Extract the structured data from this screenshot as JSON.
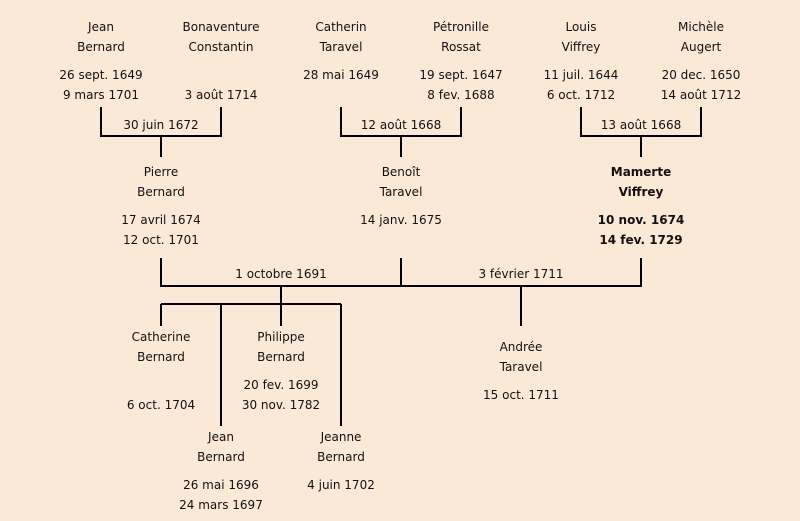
{
  "gen1": [
    {
      "first": "Jean",
      "last": "Bernard",
      "birth": "26 sept. 1649",
      "death": "9 mars 1701"
    },
    {
      "first": "Bonaventure",
      "last": "Constantin",
      "birth": "",
      "death": "3 août 1714"
    },
    {
      "first": "Catherin",
      "last": "Taravel",
      "birth": "28 mai 1649",
      "death": ""
    },
    {
      "first": "Pétronille",
      "last": "Rossat",
      "birth": "19 sept. 1647",
      "death": "8 fev. 1688"
    },
    {
      "first": "Louis",
      "last": "Viffrey",
      "birth": "11 juil. 1644",
      "death": "6 oct. 1712"
    },
    {
      "first": "Michèle",
      "last": "Augert",
      "birth": "20 dec. 1650",
      "death": "14 août 1712"
    }
  ],
  "marriages1": [
    "30 juin 1672",
    "12 août 1668",
    "13 août 1668"
  ],
  "gen2": [
    {
      "first": "Pierre",
      "last": "Bernard",
      "birth": "17 avril 1674",
      "death": "12 oct. 1701"
    },
    {
      "first": "Benoît",
      "last": "Taravel",
      "birth": "14 janv. 1675",
      "death": ""
    },
    {
      "first": "Mamerte",
      "last": "Viffrey",
      "birth": "10 nov. 1674",
      "death": "14 fev. 1729"
    }
  ],
  "marriages2": [
    "1 octobre 1691",
    "3 février 1711"
  ],
  "gen3": [
    {
      "first": "Catherine",
      "last": "Bernard",
      "birth": "",
      "death": "6 oct. 1704"
    },
    {
      "first": "Philippe",
      "last": "Bernard",
      "birth": "20 fev. 1699",
      "death": "30 nov. 1782"
    },
    {
      "first": "Andrée",
      "last": "Taravel",
      "birth": "15 oct. 1711",
      "death": ""
    },
    {
      "first": "Jean",
      "last": "Bernard",
      "birth": "26 mai 1696",
      "death": "24 mars 1697"
    },
    {
      "first": "Jeanne",
      "last": "Bernard",
      "birth": "4 juin 1702",
      "death": ""
    }
  ]
}
